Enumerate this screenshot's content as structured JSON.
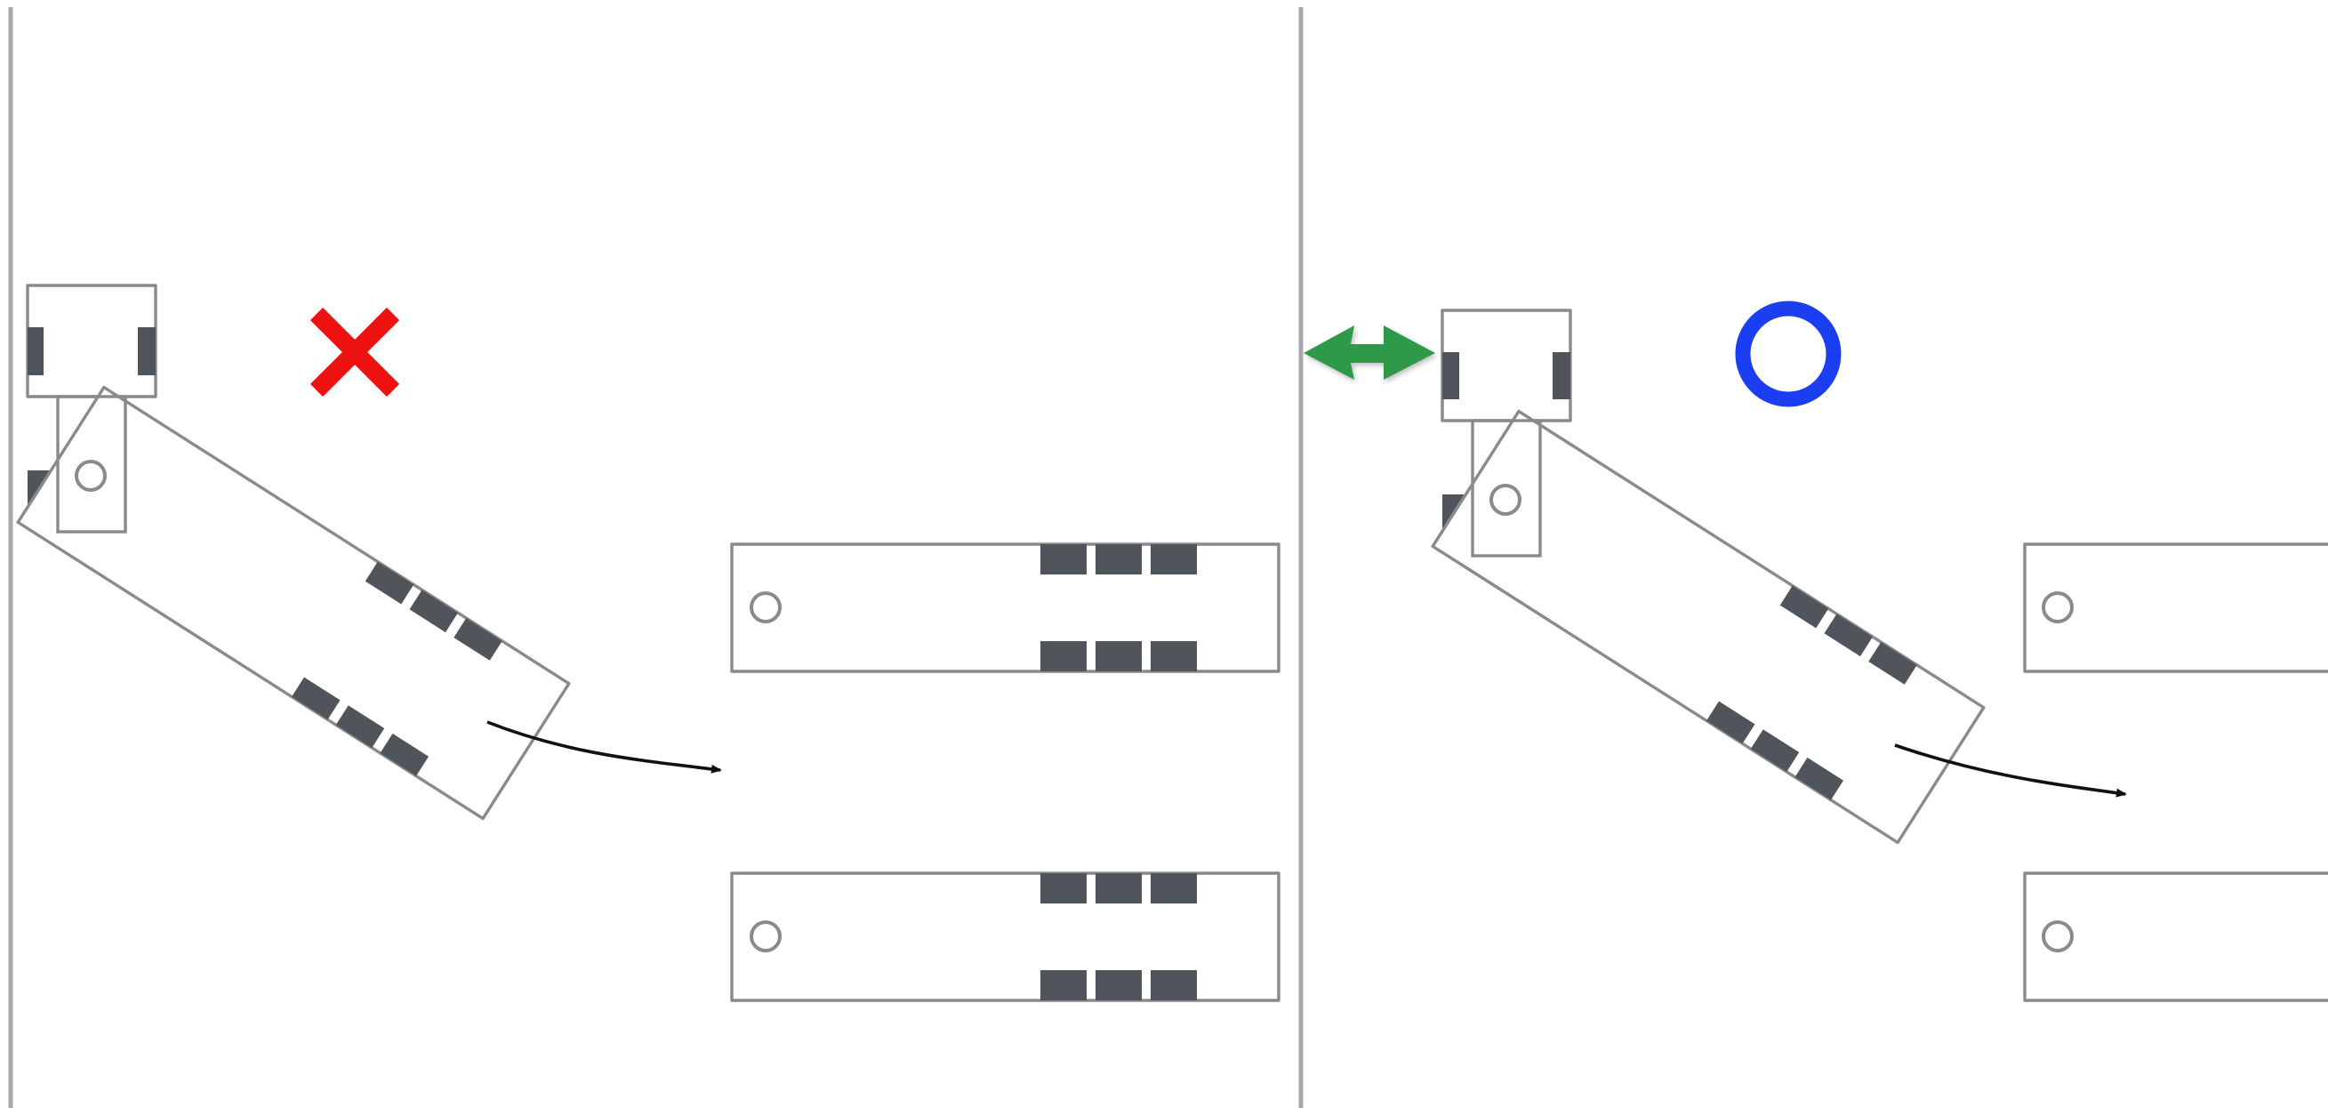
{
  "colors": {
    "outline": "#8a8a8e",
    "wheel": "#50555b",
    "divider": "#a8a8ac",
    "wrong_mark": "#ee1111",
    "correct_mark": "#1a3ef0",
    "clearance_arrow": "#2f9a48",
    "path_arrow": "#111111",
    "background": "#ffffff"
  },
  "panels": [
    {
      "side": "left",
      "verdict": "incorrect",
      "verdict_icon": "red-x-icon",
      "has_clearance_arrow": false
    },
    {
      "side": "right",
      "verdict": "correct",
      "verdict_icon": "blue-circle-icon",
      "has_clearance_arrow": true
    }
  ],
  "icons": [
    "red-x-icon",
    "blue-circle-icon",
    "double-headed-arrow-icon",
    "curved-arrow-icon"
  ]
}
